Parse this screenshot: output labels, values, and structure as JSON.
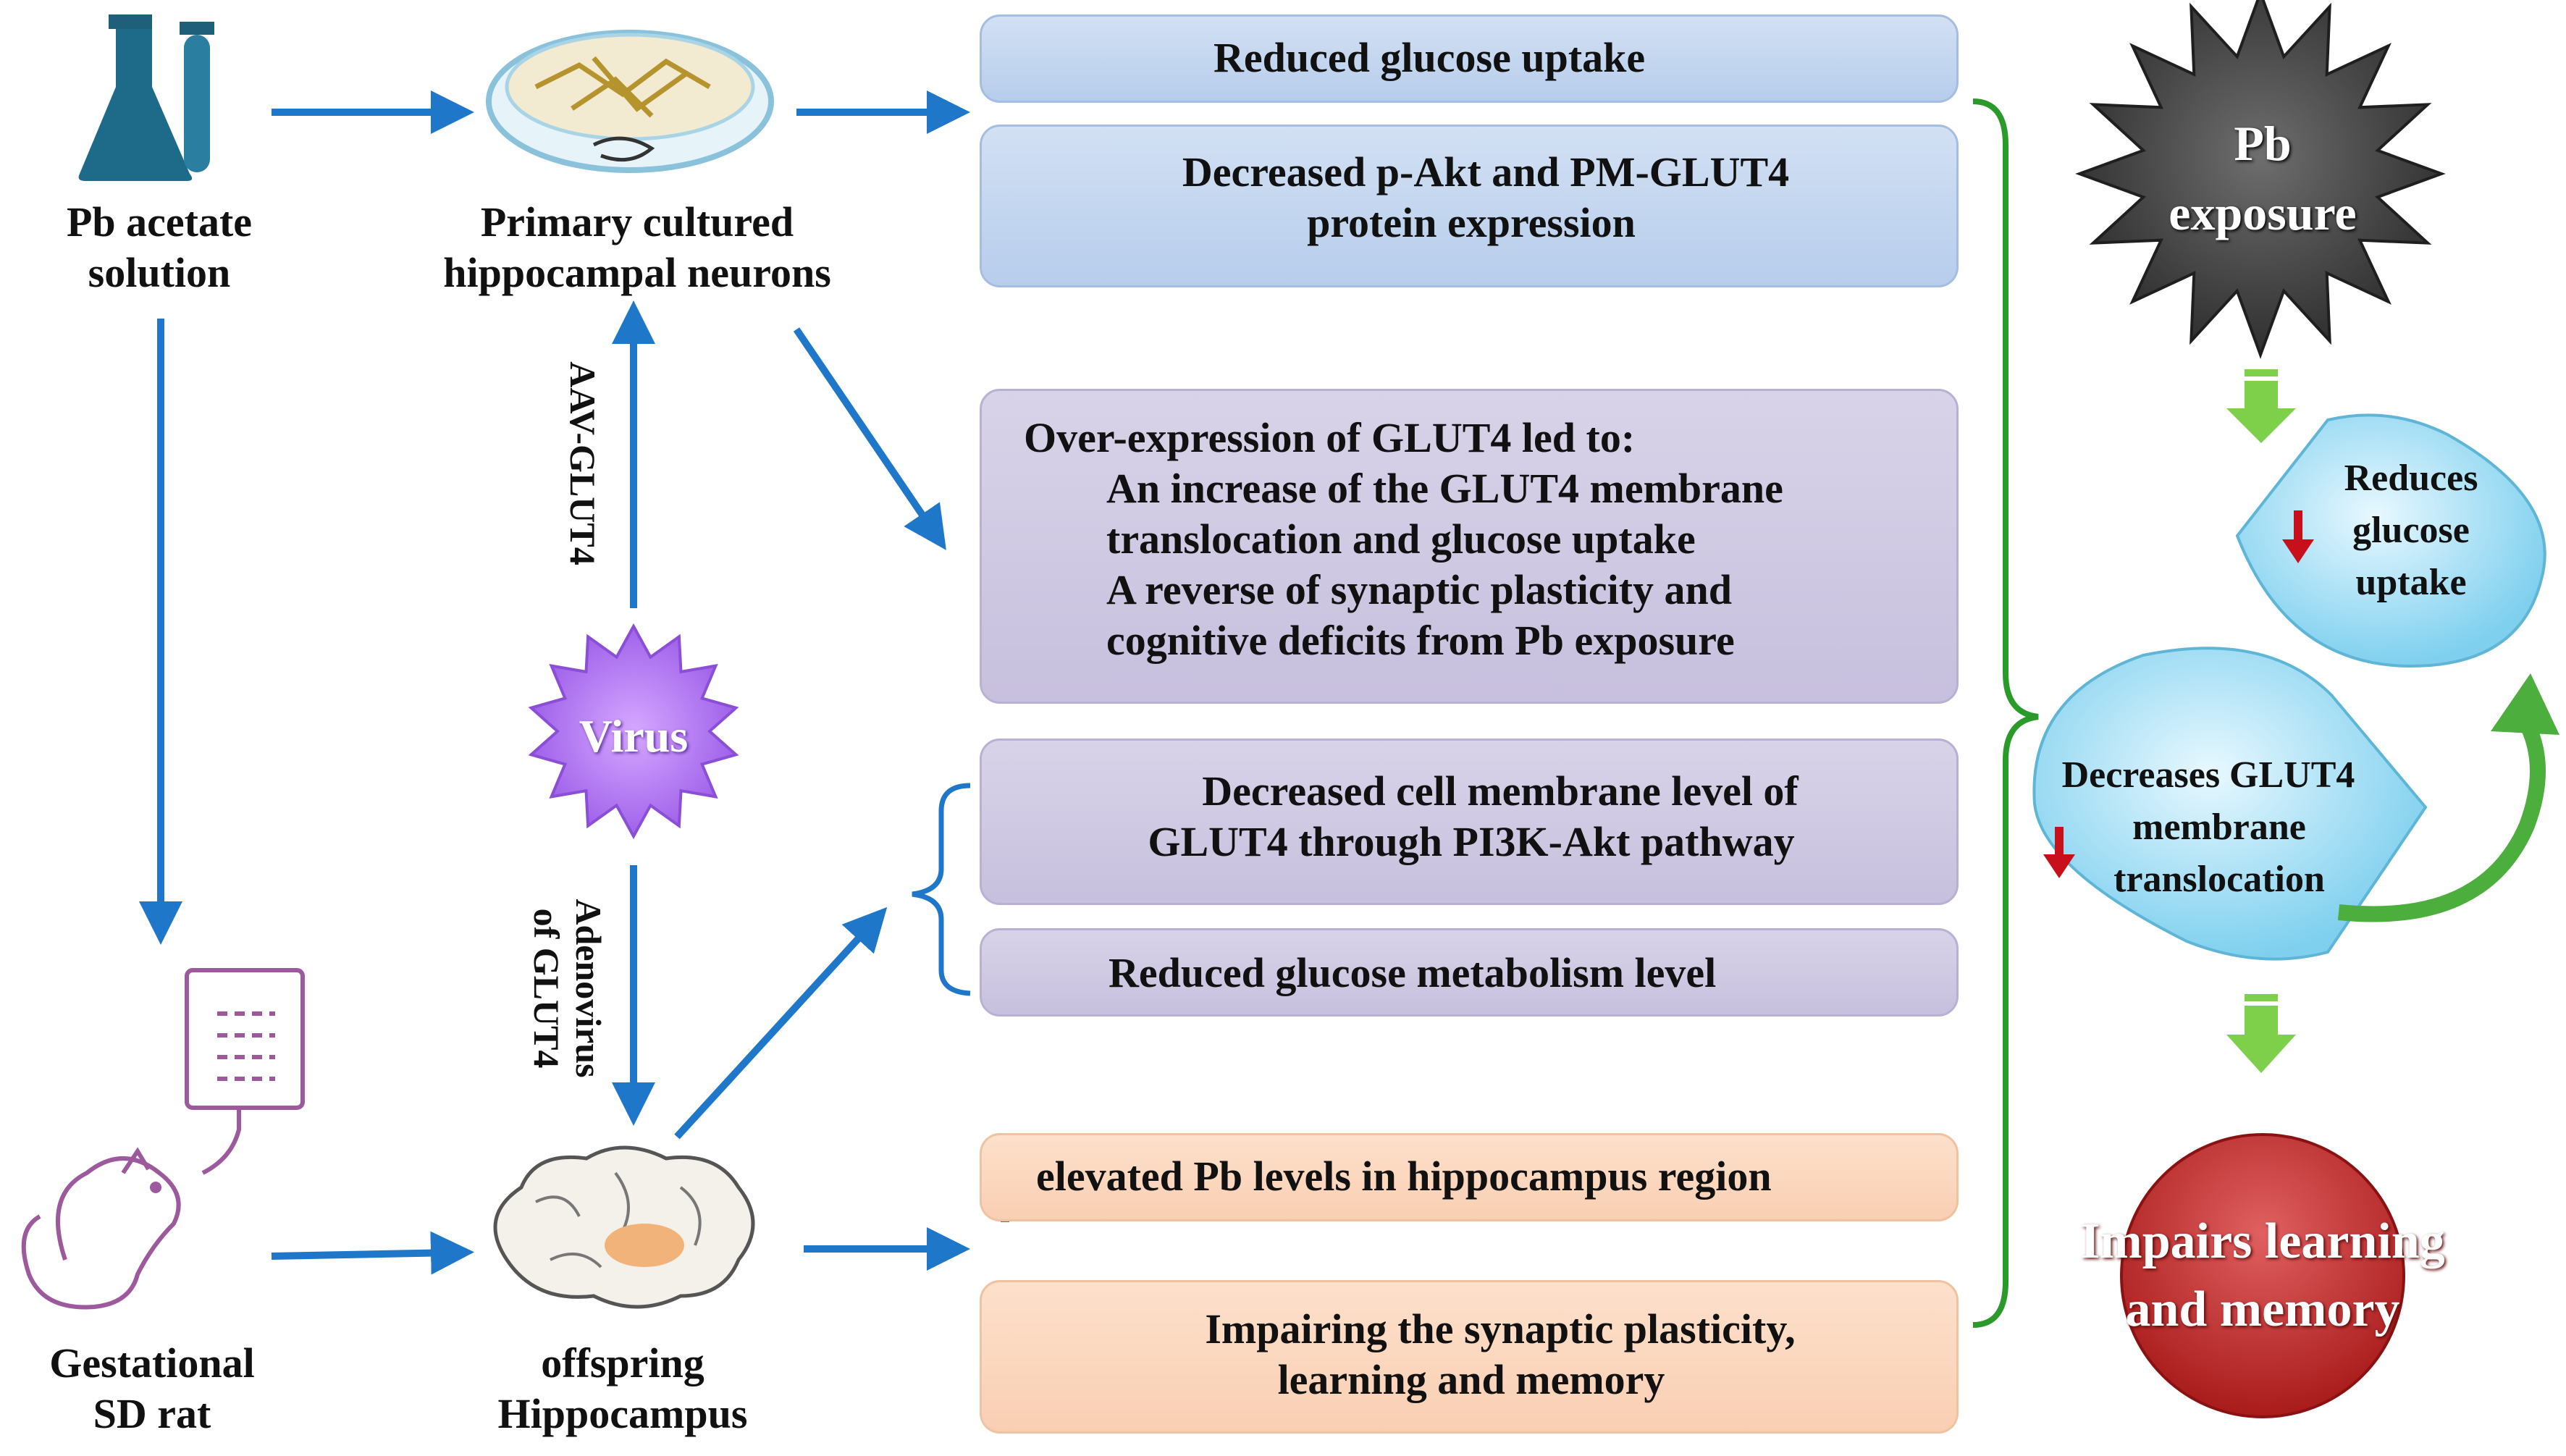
{
  "left": {
    "pb_solution": [
      "Pb acetate",
      "solution"
    ],
    "neurons": [
      "Primary cultured",
      "hippocampal neurons"
    ],
    "rat": [
      "Gestational",
      "SD rat"
    ],
    "hippocampus": [
      "offspring",
      "Hippocampus"
    ],
    "virus": "Virus",
    "aav_label": "AAV-GLUT4",
    "adeno_label": [
      "Adenovirus",
      "of GLUT4"
    ]
  },
  "boxes": {
    "b1": "Reduced glucose uptake",
    "b2": [
      "Decreased p-Akt and PM-GLUT4",
      "protein expression"
    ],
    "b3_title": "Over-expression of GLUT4  led to:",
    "b3_item1": [
      "An increase of the GLUT4 membrane",
      "translocation and glucose uptake"
    ],
    "b3_item2": [
      "A  reverse  of  synaptic  plasticity  and",
      "cognitive deficits from Pb exposure"
    ],
    "b4": [
      "Decreased cell membrane level of",
      "GLUT4 through PI3K-Akt pathway"
    ],
    "b5": "Reduced glucose metabolism level",
    "b6": "elevated Pb levels in hippocampus region",
    "b7": [
      "Impairing the synaptic plasticity,",
      "learning and memory"
    ]
  },
  "right": {
    "pb": [
      "Pb",
      "exposure"
    ],
    "reduces": [
      "Reduces",
      "glucose",
      "uptake"
    ],
    "decreases": [
      "Decreases GLUT4",
      "membrane",
      "translocation"
    ],
    "impairs": [
      "Impairs learning",
      "and memory"
    ]
  },
  "colors": {
    "arrow_blue": "#1f77c9",
    "arrow_red": "#c8101c",
    "arrow_green": "#1e9a2a",
    "bracket_green": "#2a9a2a"
  }
}
